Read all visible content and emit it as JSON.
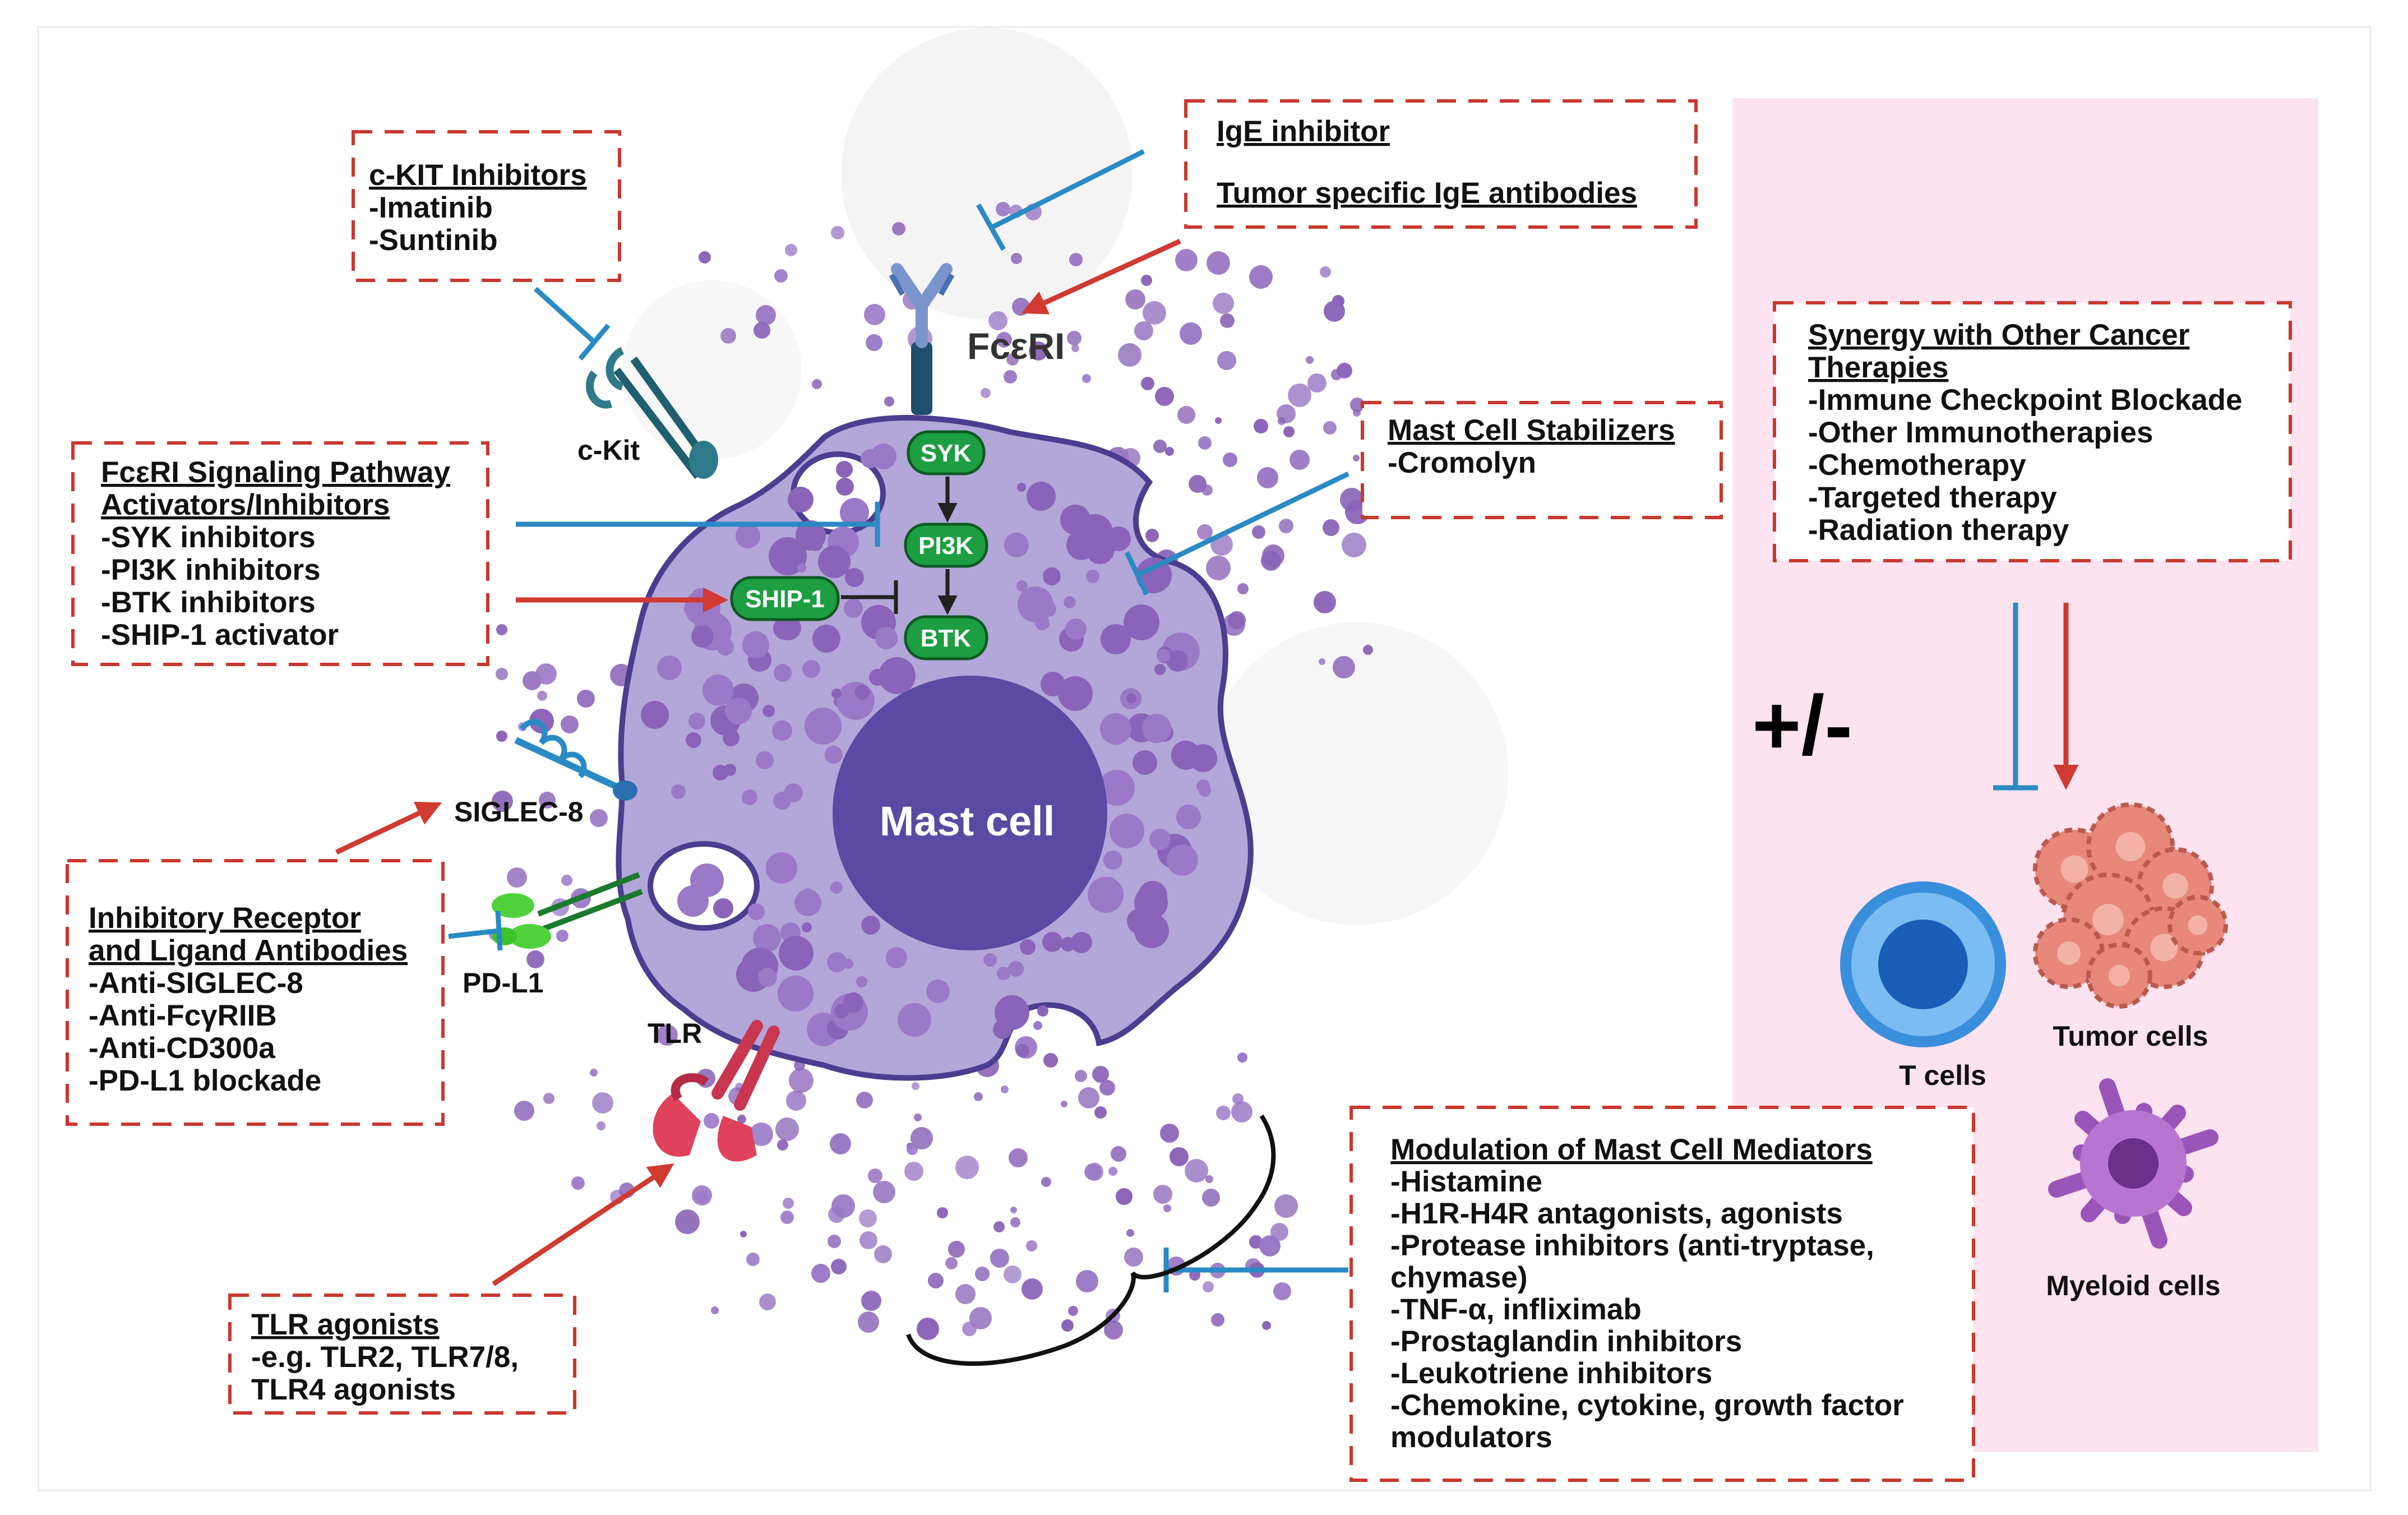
{
  "diagram": {
    "center_label": "Mast cell",
    "receptors": {
      "fceri": "FcεRI",
      "ckit": "c-Kit",
      "siglec8": "SIGLEC-8",
      "pdl1": "PD-L1",
      "tlr": "TLR"
    },
    "pathway": {
      "syk": "SYK",
      "pi3k": "PI3K",
      "btk": "BTK",
      "ship1": "SHIP-1"
    },
    "targets": {
      "plus_minus": "+/-",
      "t_cells": "T cells",
      "tumor_cells": "Tumor cells",
      "myeloid_cells": "Myeloid cells"
    },
    "boxes": {
      "ckit": {
        "title": "c-KIT Inhibitors",
        "items": [
          "-Imatinib",
          "-Suntinib"
        ]
      },
      "ige": {
        "title": "IgE inhibitor",
        "title2": "Tumor specific IgE antibodies"
      },
      "fceri_path": {
        "title1": "FcεRI Signaling Pathway",
        "title2": "Activators/Inhibitors",
        "items": [
          "-SYK inhibitors",
          "-PI3K inhibitors",
          "-BTK inhibitors",
          "-SHIP-1 activator"
        ]
      },
      "stabilizers": {
        "title": "Mast Cell Stabilizers",
        "items": [
          "-Cromolyn"
        ]
      },
      "synergy": {
        "title1": "Synergy with Other Cancer",
        "title2": "Therapies",
        "items": [
          "-Immune Checkpoint Blockade",
          "-Other Immunotherapies",
          "-Chemotherapy",
          "-Targeted therapy",
          "-Radiation therapy"
        ]
      },
      "inhibitory": {
        "title1": "Inhibitory Receptor",
        "title2": "and Ligand Antibodies",
        "items": [
          "-Anti-SIGLEC-8",
          "-Anti-FcγRIIB",
          "-Anti-CD300a",
          "-PD-L1 blockade"
        ]
      },
      "tlr": {
        "title": "TLR agonists",
        "items": [
          "-e.g. TLR2, TLR7/8,",
          "TLR4 agonists"
        ]
      },
      "mediators": {
        "title": "Modulation of Mast Cell Mediators",
        "items": [
          "-Histamine",
          "-H1R-H4R antagonists, agonists",
          "-Protease inhibitors (anti-tryptase,",
          "chymase)",
          "-TNF-α, infliximab",
          "-Prostaglandin inhibitors",
          "-Leukotriene inhibitors",
          "-Chemokine, cytokine, growth factor",
          "modulators"
        ]
      }
    },
    "colors": {
      "box_border": "#c9382f",
      "inhibit_blue": "#2a8ac4",
      "activate_red": "#d03a30",
      "cell_fill": "#b3a6d9",
      "nucleus": "#5b4aa3",
      "granule": "#8a64b8",
      "pill_green": "#1d9e43",
      "panel_pink": "#fde2ef"
    }
  }
}
